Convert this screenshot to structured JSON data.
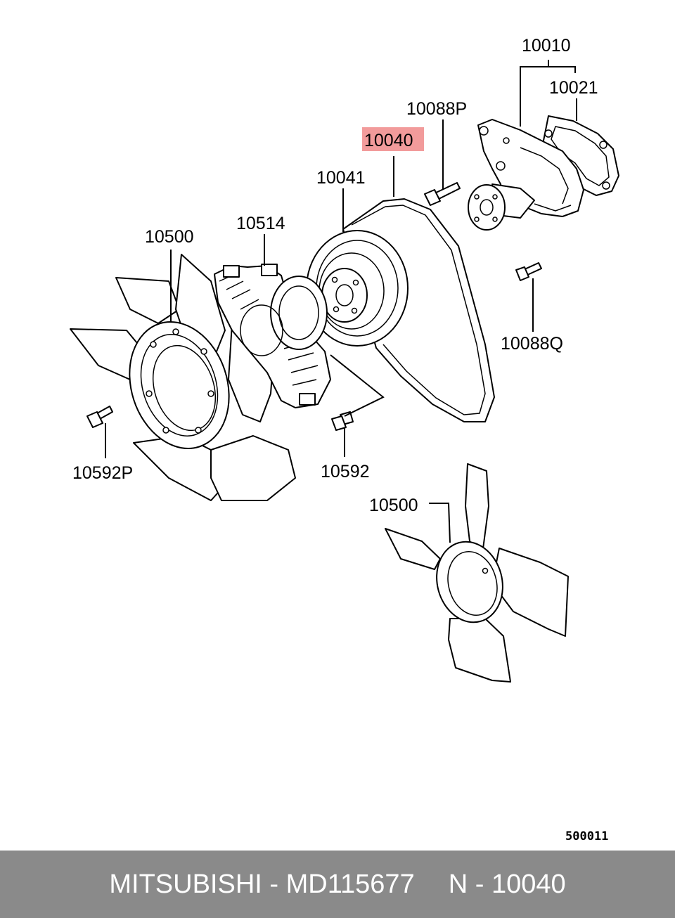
{
  "diagram": {
    "labels": {
      "water_pump": "10010",
      "gasket": "10021",
      "bolt_p": "10088P",
      "belt": "10040",
      "pulley": "10041",
      "fan_clutch": "10514",
      "fan_upper": "10500",
      "bolt_q": "10088Q",
      "bolt_fan_p": "10592P",
      "bolt_fan": "10592",
      "fan_lower": "10500"
    },
    "diagram_code": "500011",
    "highlight_color": "#f29b9b"
  },
  "footer": {
    "brand": "MITSUBISHI",
    "separator": "-",
    "part_number": "MD115677",
    "ref_prefix": "N",
    "ref_separator": "-",
    "ref_number": "10040"
  }
}
